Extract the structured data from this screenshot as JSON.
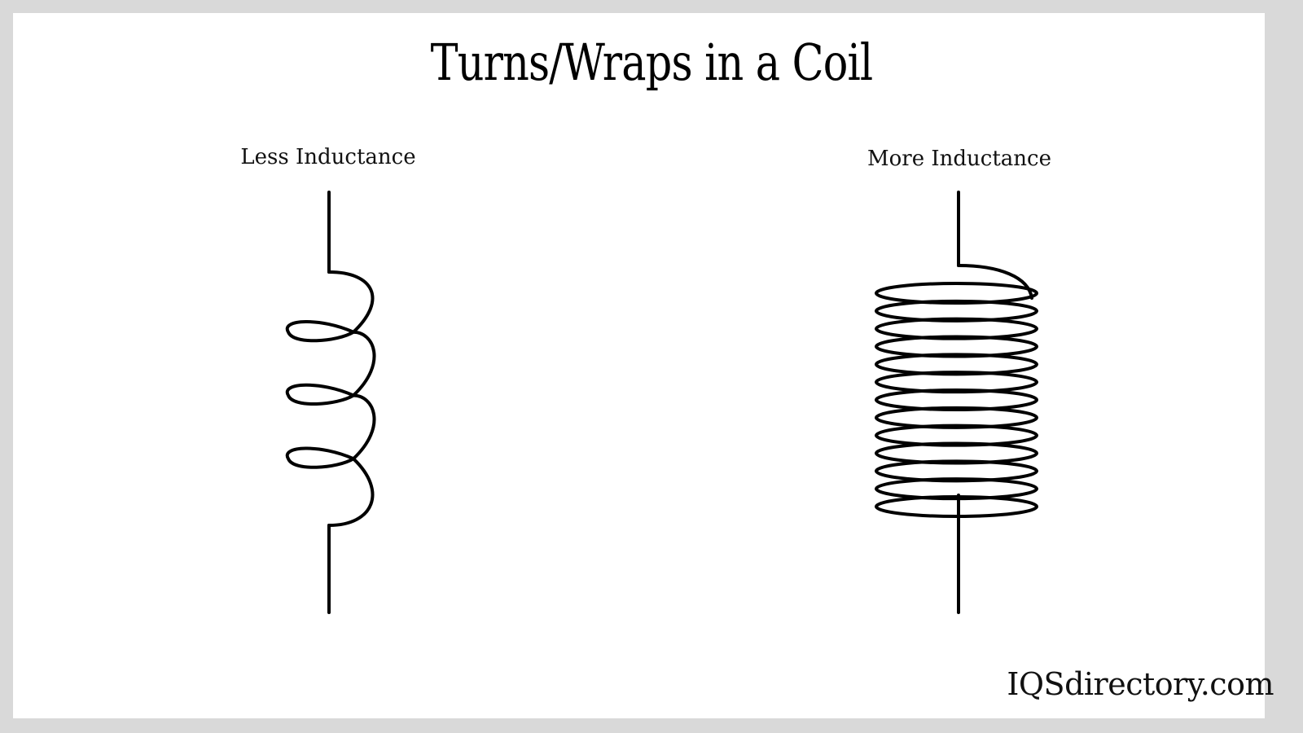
{
  "title": "Turns/Wraps in a Coil",
  "coils": [
    {
      "label": "Less Inductance",
      "turns": 3
    },
    {
      "label": "More Inductance",
      "turns": 13
    }
  ],
  "footer": {
    "brand": "IQSdirectory.com"
  },
  "colors": {
    "frame": "#d9d9d9",
    "background": "#ffffff",
    "ink": "#000000"
  }
}
